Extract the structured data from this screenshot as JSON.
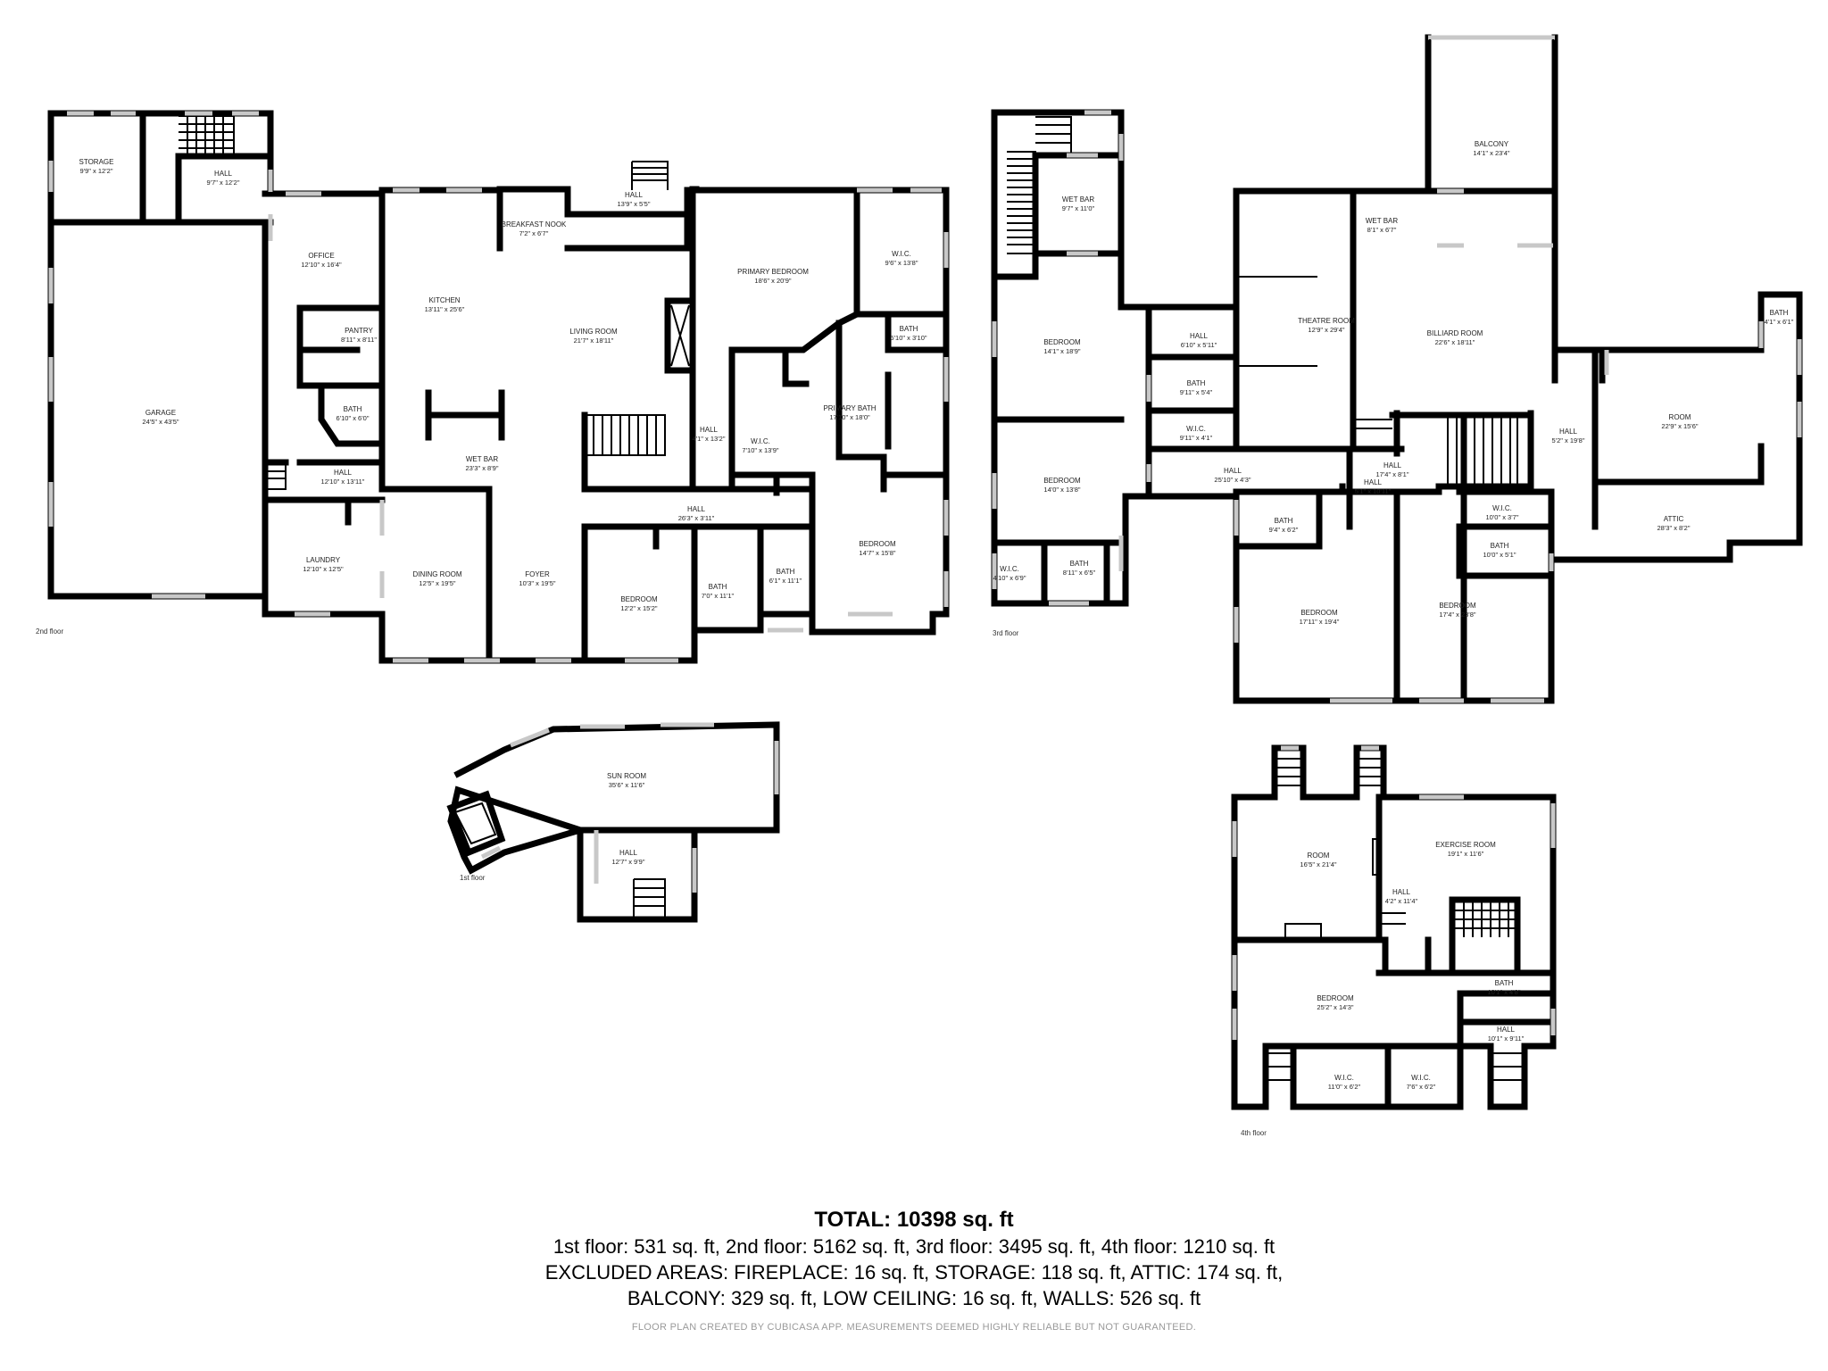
{
  "floors": [
    {
      "label": "2nd floor",
      "rooms": [
        {
          "name": "STORAGE",
          "dims": "9'9\" x 12'2\""
        },
        {
          "name": "HALL",
          "dims": "9'7\" x 12'2\""
        },
        {
          "name": "GARAGE",
          "dims": "24'5\" x 43'5\""
        },
        {
          "name": "OFFICE",
          "dims": "12'10\" x 16'4\""
        },
        {
          "name": "PANTRY",
          "dims": "8'11\" x 8'11\""
        },
        {
          "name": "BATH",
          "dims": "6'10\" x 6'0\""
        },
        {
          "name": "HALL",
          "dims": "12'10\" x 13'11\""
        },
        {
          "name": "LAUNDRY",
          "dims": "12'10\" x 12'5\""
        },
        {
          "name": "KITCHEN",
          "dims": "13'11\" x 25'6\""
        },
        {
          "name": "BREAKFAST NOOK",
          "dims": "7'2\" x 6'7\""
        },
        {
          "name": "HALL",
          "dims": "13'9\" x 5'5\""
        },
        {
          "name": "LIVING ROOM",
          "dims": "21'7\" x 18'11\""
        },
        {
          "name": "WET BAR",
          "dims": "23'3\" x 8'9\""
        },
        {
          "name": "DINING ROOM",
          "dims": "12'5\" x 19'5\""
        },
        {
          "name": "FOYER",
          "dims": "10'3\" x 19'5\""
        },
        {
          "name": "HALL",
          "dims": "26'3\" x 3'11\""
        },
        {
          "name": "HALL",
          "dims": "4'1\" x 13'2\""
        },
        {
          "name": "BEDROOM",
          "dims": "12'2\" x 15'2\""
        },
        {
          "name": "BATH",
          "dims": "7'0\" x 11'1\""
        },
        {
          "name": "BATH",
          "dims": "6'1\" x 11'1\""
        },
        {
          "name": "PRIMARY BEDROOM",
          "dims": "18'6\" x 20'9\""
        },
        {
          "name": "W.I.C.",
          "dims": "9'6\" x 13'8\""
        },
        {
          "name": "BATH",
          "dims": "5'10\" x 3'10\""
        },
        {
          "name": "W.I.C.",
          "dims": "7'10\" x 13'9\""
        },
        {
          "name": "PRIMARY BATH",
          "dims": "17'10\" x 18'0\""
        },
        {
          "name": "BEDROOM",
          "dims": "14'7\" x 15'8\""
        }
      ]
    },
    {
      "label": "3rd floor",
      "rooms": [
        {
          "name": "WET BAR",
          "dims": "9'7\" x 11'0\""
        },
        {
          "name": "BEDROOM",
          "dims": "14'1\" x 18'9\""
        },
        {
          "name": "BEDROOM",
          "dims": "14'0\" x 13'8\""
        },
        {
          "name": "W.I.C.",
          "dims": "4'10\" x 6'9\""
        },
        {
          "name": "BATH",
          "dims": "8'11\" x 6'5\""
        },
        {
          "name": "HALL",
          "dims": "6'10\" x 5'11\""
        },
        {
          "name": "BATH",
          "dims": "9'11\" x 5'4\""
        },
        {
          "name": "W.I.C.",
          "dims": "9'11\" x 4'1\""
        },
        {
          "name": "HALL",
          "dims": "25'10\" x 4'3\""
        },
        {
          "name": "THEATRE ROOM",
          "dims": "12'9\" x 29'4\""
        },
        {
          "name": "WET BAR",
          "dims": "8'1\" x 6'7\""
        },
        {
          "name": "BALCONY",
          "dims": "14'1\" x 23'4\""
        },
        {
          "name": "BILLIARD ROOM",
          "dims": "22'6\" x 18'11\""
        },
        {
          "name": "HALL",
          "dims": "5'1\" x 10'11\""
        },
        {
          "name": "HALL",
          "dims": "17'4\" x 8'1\""
        },
        {
          "name": "BATH",
          "dims": "9'4\" x 6'2\""
        },
        {
          "name": "W.I.C.",
          "dims": "10'0\" x 3'7\""
        },
        {
          "name": "BATH",
          "dims": "10'0\" x 5'1\""
        },
        {
          "name": "BEDROOM",
          "dims": "17'11\" x 19'4\""
        },
        {
          "name": "BEDROOM",
          "dims": "17'4\" x 23'8\""
        },
        {
          "name": "HALL",
          "dims": "5'2\" x 19'8\""
        },
        {
          "name": "ROOM",
          "dims": "22'9\" x 15'6\""
        },
        {
          "name": "BATH",
          "dims": "4'1\" x 6'1\""
        },
        {
          "name": "ATTIC",
          "dims": "28'3\" x 8'2\""
        }
      ]
    },
    {
      "label": "1st floor",
      "rooms": [
        {
          "name": "SUN ROOM",
          "dims": "35'6\" x 11'6\""
        },
        {
          "name": "HALL",
          "dims": "12'7\" x 9'9\""
        }
      ]
    },
    {
      "label": "4th floor",
      "rooms": [
        {
          "name": "ROOM",
          "dims": "16'5\" x 21'4\""
        },
        {
          "name": "EXERCISE ROOM",
          "dims": "19'1\" x 11'6\""
        },
        {
          "name": "HALL",
          "dims": "4'2\" x 11'4\""
        },
        {
          "name": "BEDROOM",
          "dims": "25'2\" x 14'3\""
        },
        {
          "name": "BATH",
          "dims": "10'1\" x 4'8\""
        },
        {
          "name": "HALL",
          "dims": "10'1\" x 9'11\""
        },
        {
          "name": "W.I.C.",
          "dims": "11'0\" x 6'2\""
        },
        {
          "name": "W.I.C.",
          "dims": "7'6\" x 6'2\""
        }
      ]
    }
  ],
  "summary": {
    "total": "TOTAL: 10398 sq. ft",
    "line1": "1st floor: 531 sq. ft, 2nd floor: 5162 sq. ft, 3rd floor: 3495 sq. ft, 4th floor: 1210 sq. ft",
    "line2": "EXCLUDED AREAS: FIREPLACE: 16 sq. ft, STORAGE: 118 sq. ft, ATTIC: 174 sq. ft,",
    "line3": "BALCONY: 329 sq. ft, LOW CEILING: 16 sq. ft, WALLS: 526 sq. ft",
    "credit": "FLOOR PLAN CREATED BY CUBICASA APP. MEASUREMENTS DEEMED HIGHLY RELIABLE BUT NOT GUARANTEED."
  }
}
